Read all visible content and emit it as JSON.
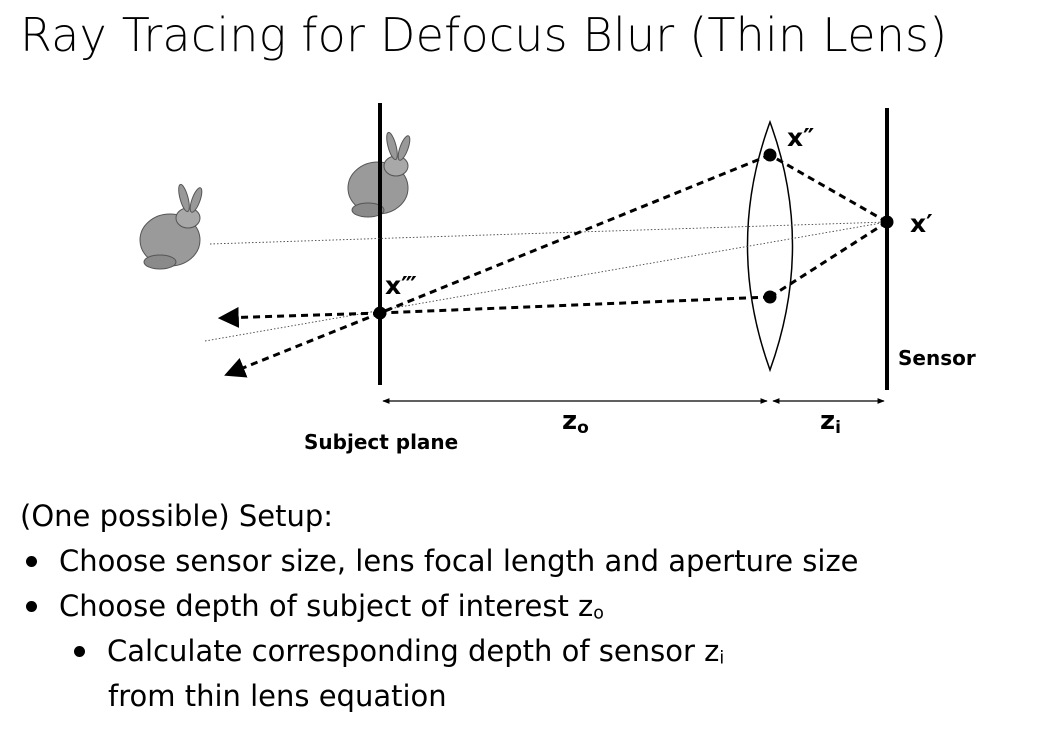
{
  "title": "Ray Tracing for Defocus Blur (Thin Lens)",
  "diagram": {
    "labels": {
      "x_double_prime": "x″",
      "x_prime": "x′",
      "x_triple_prime": "x‴",
      "sensor": "Sensor",
      "subject_plane": "Subject plane",
      "z_o": "z",
      "z_o_sub": "o",
      "z_i": "z",
      "z_i_sub": "i"
    }
  },
  "setup": {
    "heading": "(One possible) Setup:",
    "bullets": [
      "Choose sensor size, lens focal length and aperture size",
      "Choose depth of subject of interest z"
    ],
    "bullet2_sub": "o",
    "sub_bullet_line1": "Calculate corresponding depth of sensor z",
    "sub_bullet_sub": "i",
    "sub_bullet_line2": "from thin lens equation"
  }
}
